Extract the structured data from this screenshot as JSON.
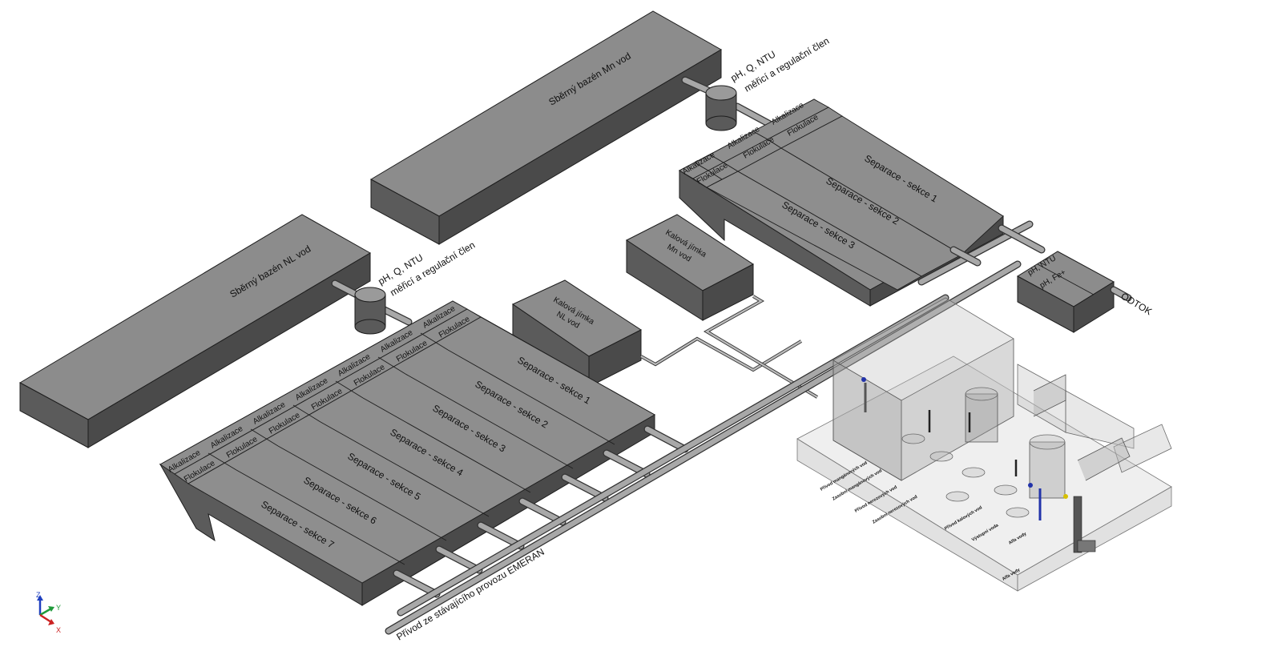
{
  "labels": {
    "pool_mn": "Sběrný bazén Mn vod",
    "pool_nl": "Sběrný bazén NL vod",
    "meter_top_1": "pH, Q, NTU",
    "meter_top_2": "měřicí a regulační člen",
    "meter_left_1": "pH, Q, NTU",
    "meter_left_2": "měřicí a regulační člen",
    "sump_mn_1": "Kalová jímka",
    "sump_mn_2": "Mn vod",
    "sump_nl_1": "Kalová jímka",
    "sump_nl_2": "NL vod",
    "outlet_box_1": "pH, NTU",
    "outlet_box_2": "pH, Fe+",
    "outlet": "ODTOK",
    "inlet": "Přívod ze stávajícího provozu EMERAN",
    "alkalizace": "Alkalizace",
    "flokulace": "Flokulace",
    "small_tags": [
      "Přívod mangánových vod",
      "Zasobní mangánových vod",
      "Přívod nerezových vod",
      "Zasobní nerezových vod",
      "Přívod kalových vod",
      "Výstupní voda",
      "Alfa vody",
      "Alfa vody"
    ]
  },
  "sections_right": [
    "Separace - sekce 1",
    "Separace - sekce 2",
    "Separace - sekce 3"
  ],
  "sections_left": [
    "Separace - sekce 1",
    "Separace - sekce 2",
    "Separace - sekce 3",
    "Separace - sekce 4",
    "Separace - sekce 5",
    "Separace - sekce 6",
    "Separace - sekce 7"
  ],
  "axes": {
    "z": "Z",
    "y": "Y",
    "x": "X"
  },
  "colors": {
    "surface": "#8c8c8c",
    "shade": "#5b5b5b",
    "edge": "#1e1e1e",
    "axis_z": "#1f3fbf",
    "axis_y": "#1e9a3a",
    "axis_x": "#cc2222"
  }
}
